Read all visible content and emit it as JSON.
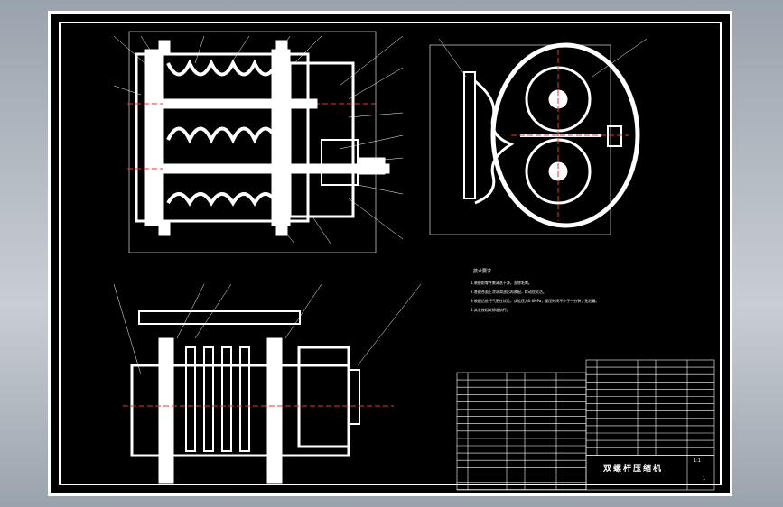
{
  "drawing": {
    "title": "双螺杆压缩机",
    "tech_requirements": {
      "heading": "技术要求",
      "lines": [
        "1.装配前零件需清洗干净，去除毛刺。",
        "2.各配合面上涂润滑油后再装配，转动应灵活。",
        "3.装配后进行气密性试验，试验压力0.6MPa，保压时间不少于一分钟，无泄漏。",
        "4.其余按相关标准执行。"
      ]
    },
    "title_block": {
      "scale": "1:1",
      "sheet": "1"
    }
  }
}
